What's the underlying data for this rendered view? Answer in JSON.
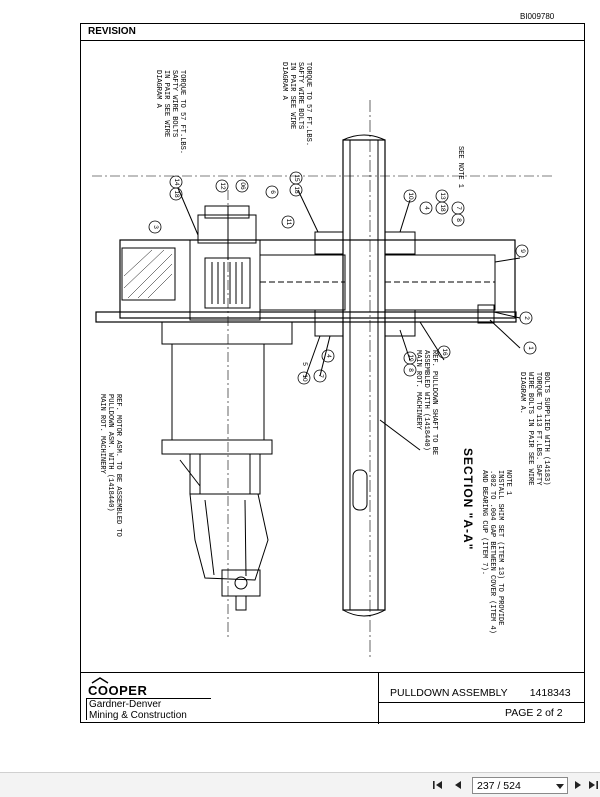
{
  "document": {
    "doc_id": "BI009780",
    "revision_label": "REVISION",
    "logo_name": "COOPER",
    "company_lines": [
      "Gardner-Denver",
      "Mining & Construction"
    ],
    "title": "PULLDOWN ASSEMBLY",
    "part_number": "1418343",
    "page_text": "PAGE 2 of 2",
    "section_label": "SECTION \"A-A\"",
    "notes": {
      "torque_left": [
        "TORQUE TO 57 FT.LBS.",
        "SAFTY WIRE BOLTS",
        "IN PAIR SEE WIRE",
        "DIAGRAM A"
      ],
      "torque_right": [
        "TORQUE TO 57 FT.LBS.",
        "SAFTY WIRE BOLTS",
        "IN PAIR SEE WIRE",
        "DIAGRAM A"
      ],
      "see_note": "SEE NOTE 1",
      "motor_ref": [
        "REF. MOTOR ASM. TO BE ASSEMBLED TO",
        "PULLDOWN ASM. WITH (1418440)",
        "MAIN ROT. MACHINERY"
      ],
      "shaft_ref": [
        "REF. PULLDOWN SHAFT TO BE",
        "ASSEMBLED WITH (1418440)",
        "MAIN ROT. MACHINERY"
      ],
      "bolts_note": [
        "BOLTS SUPPLIED WITH (14183)",
        "TORQUE TO 113 FT.LBS. SAFTY",
        "WIRE BOLTS IN PAIR SEE WIRE",
        "DIAGRAM A."
      ],
      "note_1": [
        "NOTE 1",
        "INSTALL SHIM SET (ITEM 13) TO PROVIDE",
        ".002 TO .004 GAP BETWEEN COVER (ITEM 4)",
        "AND BEARING CUP (ITEM 7)."
      ]
    },
    "balloons": [
      "14",
      "18",
      "12",
      "06",
      "6",
      "3",
      "11",
      "15",
      "18",
      "10",
      "4",
      "13",
      "18",
      "7",
      "8",
      "9",
      "2",
      "1",
      "16",
      "19",
      "8",
      "7",
      "10",
      "4",
      "5"
    ]
  },
  "viewer": {
    "page_value": "237 / 524",
    "icons": {
      "first": "first-page-icon",
      "prev": "previous-page-icon",
      "next": "next-page-icon",
      "last": "last-page-icon",
      "dropdown": "chevron-down-icon"
    }
  }
}
